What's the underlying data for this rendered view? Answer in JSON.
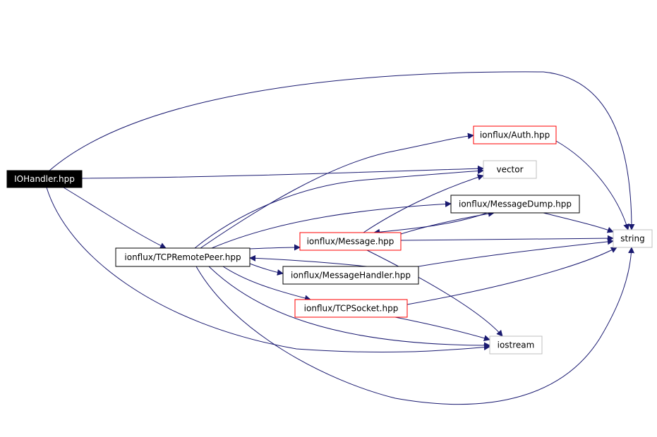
{
  "colors": {
    "edge": "#191970",
    "border_default": "#000000",
    "border_red": "#ff0000",
    "border_gray": "#bfbfbf",
    "root_fill": "#000000",
    "root_text": "#ffffff",
    "text": "#000000"
  },
  "nodes": [
    {
      "id": "iohandler",
      "label": "IOHandler.hpp",
      "style": "root"
    },
    {
      "id": "tcpremotepeer",
      "label": "ionflux/TCPRemotePeer.hpp",
      "style": "black"
    },
    {
      "id": "auth",
      "label": "ionflux/Auth.hpp",
      "style": "red"
    },
    {
      "id": "vector",
      "label": "vector",
      "style": "gray"
    },
    {
      "id": "messagedump",
      "label": "ionflux/MessageDump.hpp",
      "style": "black"
    },
    {
      "id": "message",
      "label": "ionflux/Message.hpp",
      "style": "red"
    },
    {
      "id": "messagehandler",
      "label": "ionflux/MessageHandler.hpp",
      "style": "black"
    },
    {
      "id": "tcpsocket",
      "label": "ionflux/TCPSocket.hpp",
      "style": "red"
    },
    {
      "id": "iostream",
      "label": "iostream",
      "style": "gray"
    },
    {
      "id": "string",
      "label": "string",
      "style": "gray"
    }
  ],
  "edges": [
    {
      "from": "iohandler",
      "to": "string"
    },
    {
      "from": "iohandler",
      "to": "vector"
    },
    {
      "from": "iohandler",
      "to": "tcpremotepeer"
    },
    {
      "from": "iohandler",
      "to": "iostream"
    },
    {
      "from": "tcpremotepeer",
      "to": "auth"
    },
    {
      "from": "tcpremotepeer",
      "to": "vector"
    },
    {
      "from": "tcpremotepeer",
      "to": "messagedump"
    },
    {
      "from": "tcpremotepeer",
      "to": "message"
    },
    {
      "from": "tcpremotepeer",
      "to": "messagehandler"
    },
    {
      "from": "tcpremotepeer",
      "to": "tcpsocket"
    },
    {
      "from": "tcpremotepeer",
      "to": "iostream"
    },
    {
      "from": "tcpremotepeer",
      "to": "string"
    },
    {
      "from": "auth",
      "to": "string"
    },
    {
      "from": "message",
      "to": "vector"
    },
    {
      "from": "message",
      "to": "messagedump"
    },
    {
      "from": "messagedump",
      "to": "message"
    },
    {
      "from": "messagedump",
      "to": "string"
    },
    {
      "from": "message",
      "to": "string"
    },
    {
      "from": "message",
      "to": "iostream"
    },
    {
      "from": "messagehandler",
      "to": "tcpremotepeer"
    },
    {
      "from": "messagehandler",
      "to": "string"
    },
    {
      "from": "tcpsocket",
      "to": "string"
    },
    {
      "from": "tcpsocket",
      "to": "iostream"
    }
  ]
}
